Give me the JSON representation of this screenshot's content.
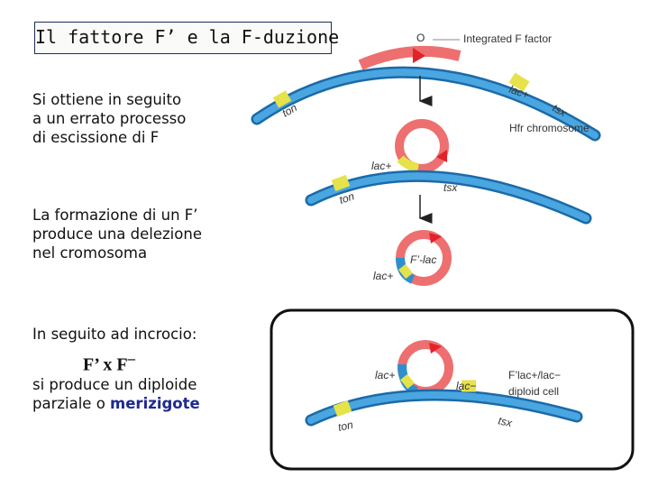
{
  "title": "Il fattore F’ e la F-duzione",
  "text": {
    "p1": "Si ottiene in seguito\na un errato processo\ndi escissione di F",
    "p2": "La formazione di un F’\nproduce una delezione\nnel cromosoma",
    "p3": "In seguito ad incrocio:",
    "cross": "F’ x F",
    "cross_sup": "–",
    "p4_a": "si produce un diploide\nparziale o ",
    "p4_b": "merizigote"
  },
  "diagram": {
    "origin": "O",
    "integrated": "Integrated F factor",
    "lac_plus": "lac+",
    "tsx": "tsx",
    "ton": "ton",
    "hfr": "Hfr chromosome",
    "fprime_lac": "F’-lac",
    "merizygote_line1": "F’lac+/lac−",
    "merizygote_line2": "diploid cell",
    "lac_minus": "lac−"
  },
  "colors": {
    "chromosome": "#2e8fd0",
    "f_factor": "#ee6f6f",
    "lac": "#e6e24a",
    "arrow": "#e2232a",
    "frame": "#111111"
  }
}
